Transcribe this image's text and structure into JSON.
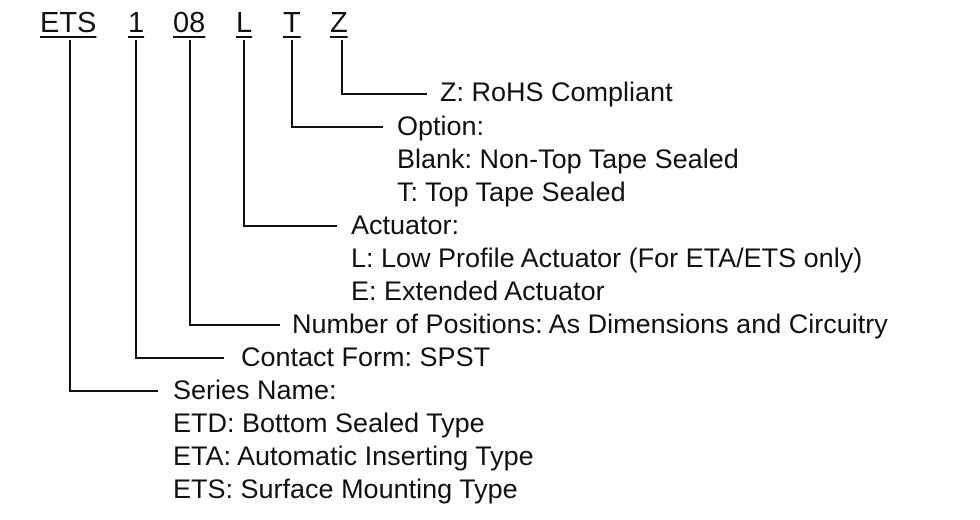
{
  "part_number": {
    "series": "ETS",
    "contact_form": "1",
    "positions": "08",
    "actuator": "L",
    "option": "T",
    "rohs": "Z"
  },
  "descriptions": {
    "rohs": [
      "Z: RoHS Compliant"
    ],
    "option": [
      "Option:",
      "Blank: Non-Top Tape Sealed",
      "T: Top Tape Sealed"
    ],
    "actuator": [
      "Actuator:",
      "L: Low Profile Actuator (For ETA/ETS only)",
      "E: Extended Actuator"
    ],
    "positions": [
      "Number of Positions: As Dimensions and Circuitry"
    ],
    "contact_form": [
      "Contact Form: SPST"
    ],
    "series": [
      "Series Name:",
      "ETD: Bottom Sealed Type",
      "ETA: Automatic Inserting Type",
      "ETS: Surface Mounting Type"
    ]
  }
}
